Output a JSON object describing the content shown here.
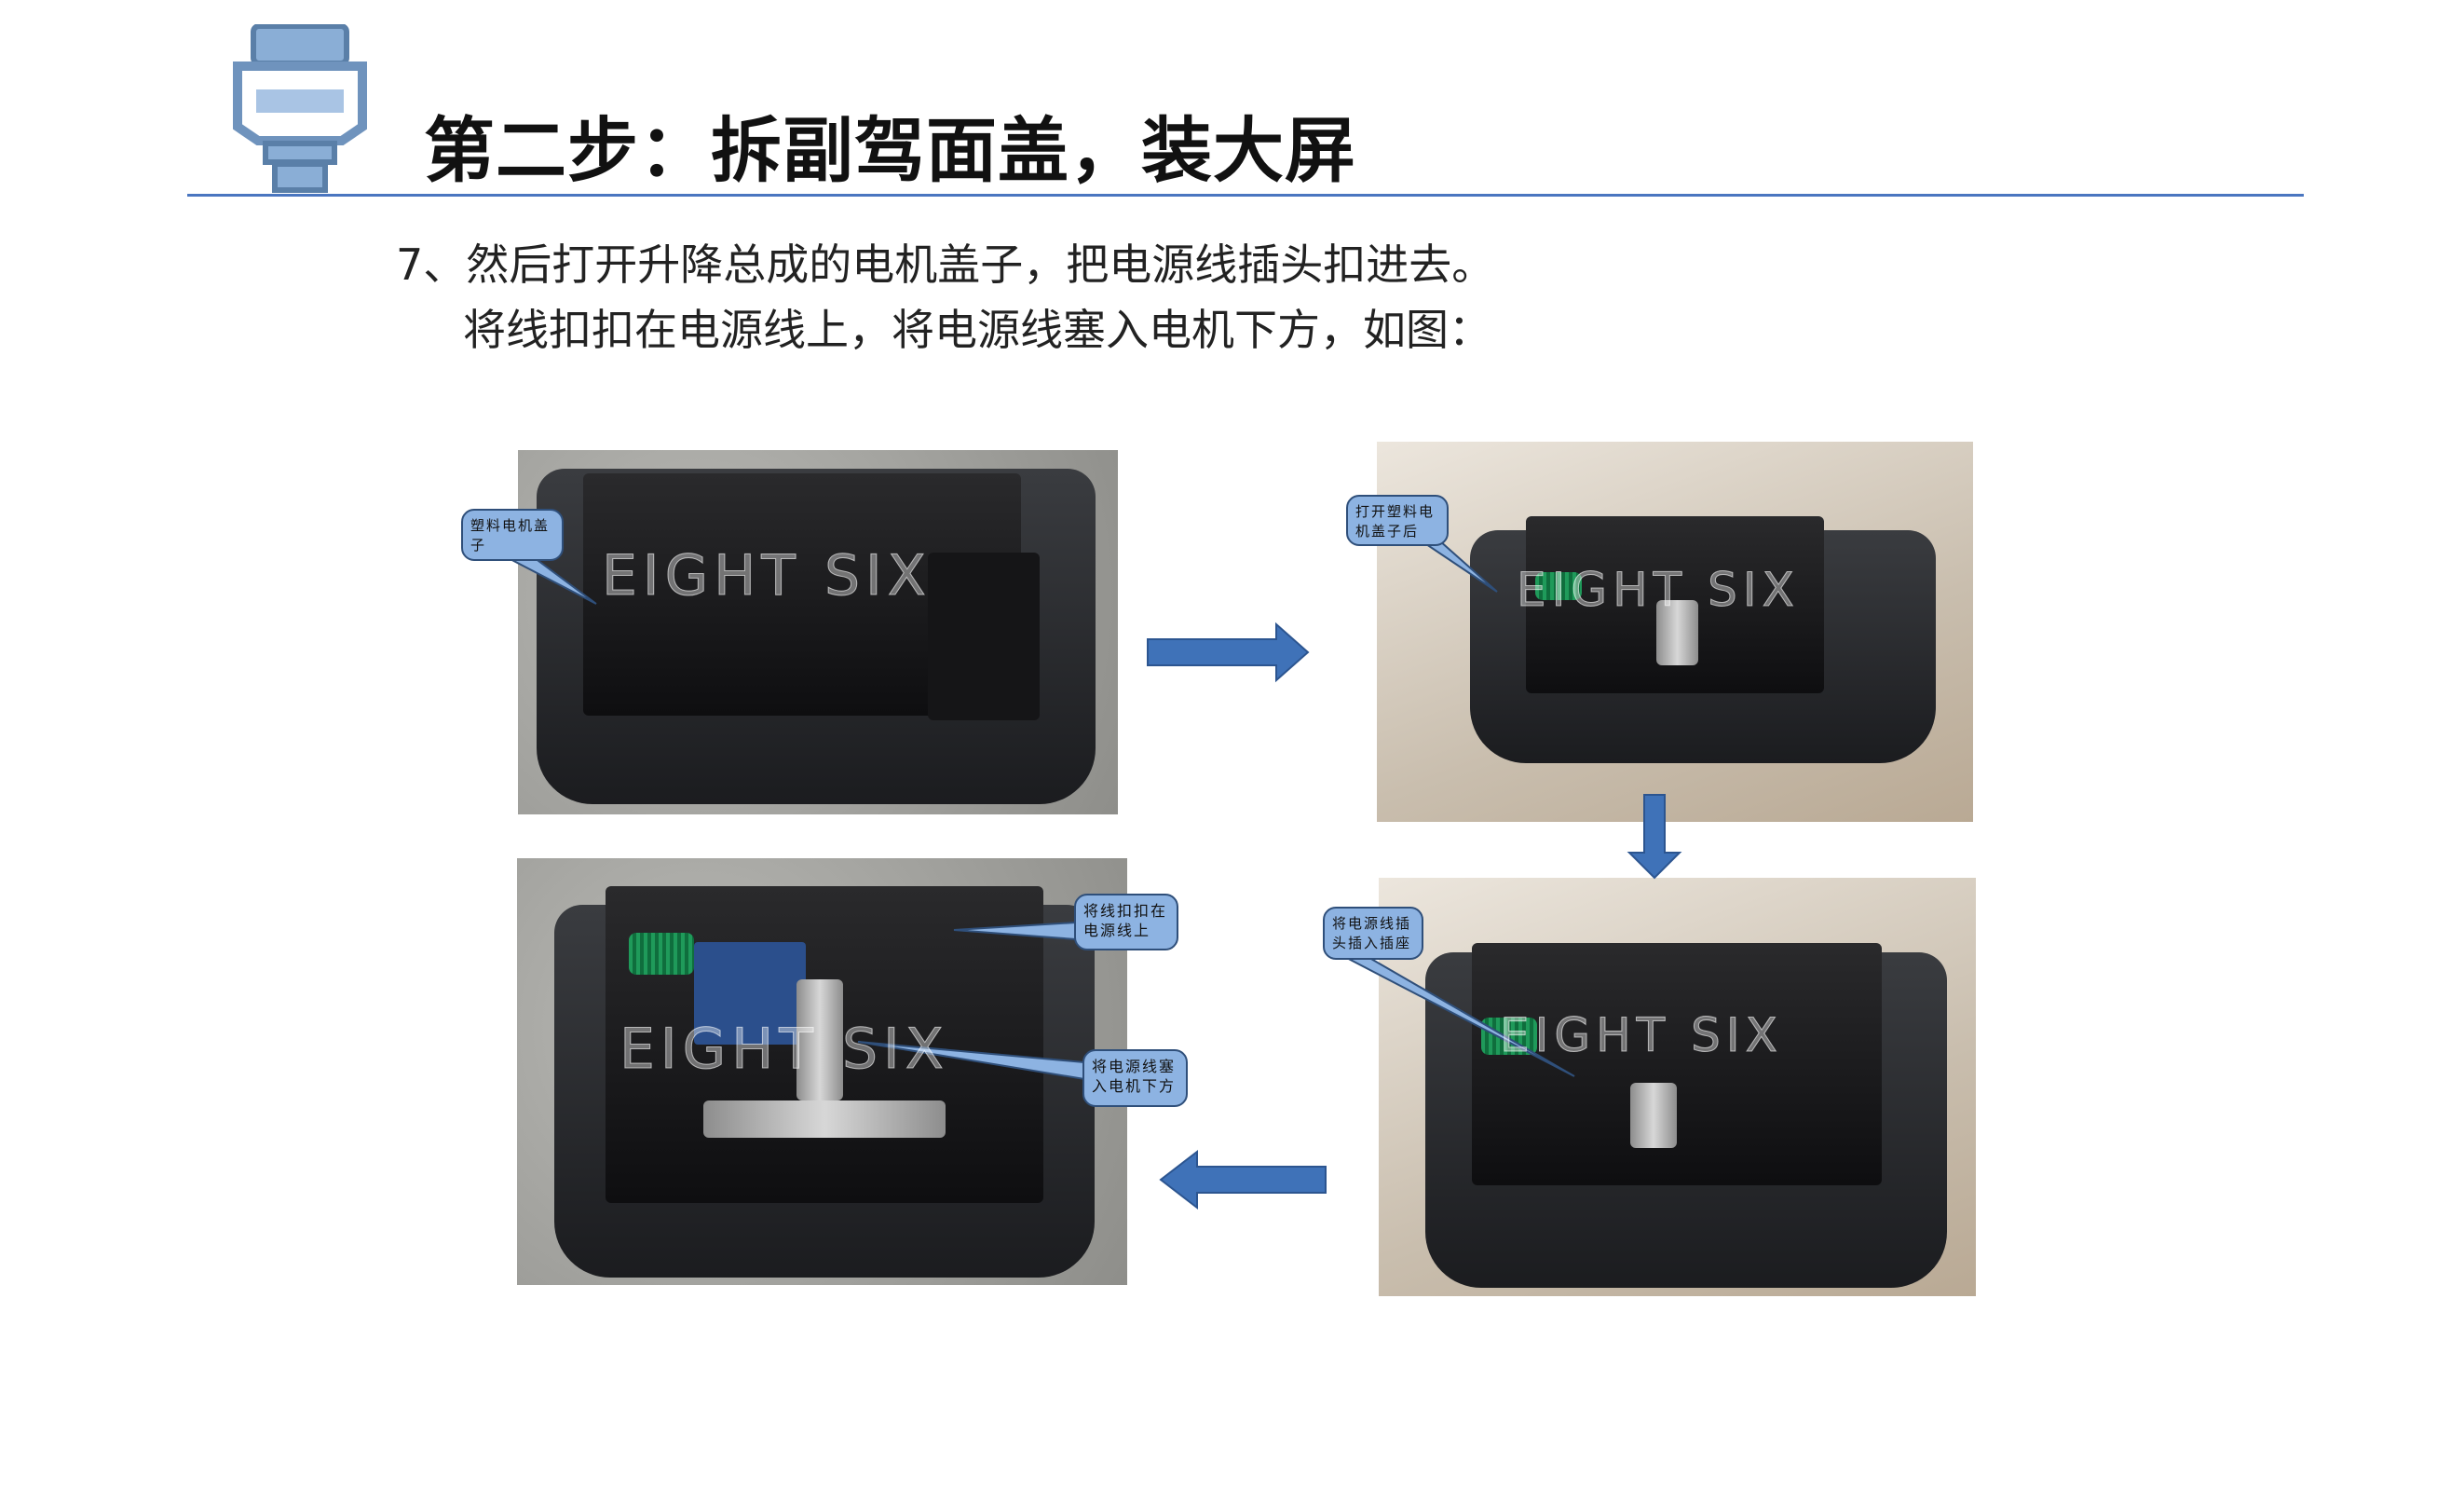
{
  "header": {
    "title": "第二步：拆副驾面盖，装大屏",
    "icon": "document-stack-icon",
    "accent_color": "#4a76c0"
  },
  "instructions": {
    "line1": "7、然后打开升降总成的电机盖子，把电源线插头扣进去。",
    "line2": "将线扣扣在电源线上，将电源线塞入电机下方，如图："
  },
  "photos": {
    "p1": {
      "callout": "塑料电机盖子",
      "watermark": "EIGHT SIX"
    },
    "p2": {
      "callout": "打开塑料电机盖子后",
      "watermark": "EIGHT SIX"
    },
    "p3": {
      "callout_a": "将线扣扣在电源线上",
      "callout_b": "将电源线塞入电机下方",
      "watermark": "EIGHT SIX"
    },
    "p4": {
      "callout": "将电源线插头插入插座",
      "watermark": "EIGHT SIX"
    }
  },
  "arrows": {
    "color": "#3f72b8",
    "directions": [
      "right",
      "down",
      "left"
    ]
  }
}
